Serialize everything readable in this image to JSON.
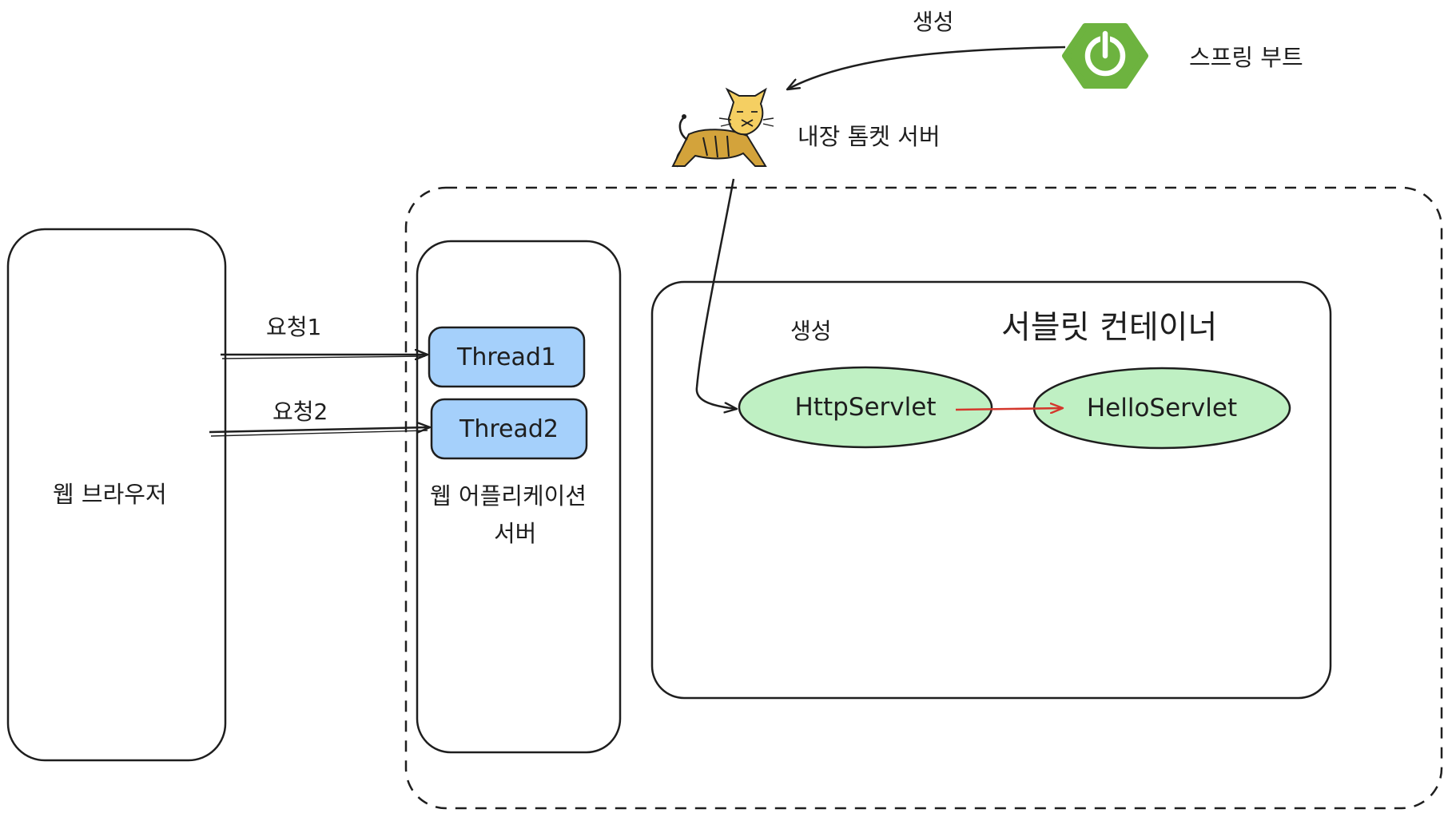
{
  "nodes": {
    "web_browser": "웹 브라우저",
    "web_app_server_line1": "웹 어플리케이션",
    "web_app_server_line2": "서버",
    "thread1": "Thread1",
    "thread2": "Thread2",
    "servlet_container": "서블릿 컨테이너",
    "http_servlet": "HttpServlet",
    "hello_servlet": "HelloServlet",
    "embedded_tomcat": "내장 톰켓 서버",
    "spring_boot": "스프링 부트"
  },
  "edges": {
    "request1": "요청1",
    "request2": "요청2",
    "create_top": "생성",
    "create_inner": "생성"
  },
  "colors": {
    "stroke": "#1e1e1e",
    "thread_fill": "#a5d0fb",
    "servlet_fill": "#bff0c3",
    "spring_green": "#6db33f",
    "tomcat_body": "#d3a33b",
    "arrow_red": "#d4372c"
  },
  "icons": {
    "spring": "spring-boot-power-icon",
    "tomcat": "tomcat-cat-icon"
  }
}
